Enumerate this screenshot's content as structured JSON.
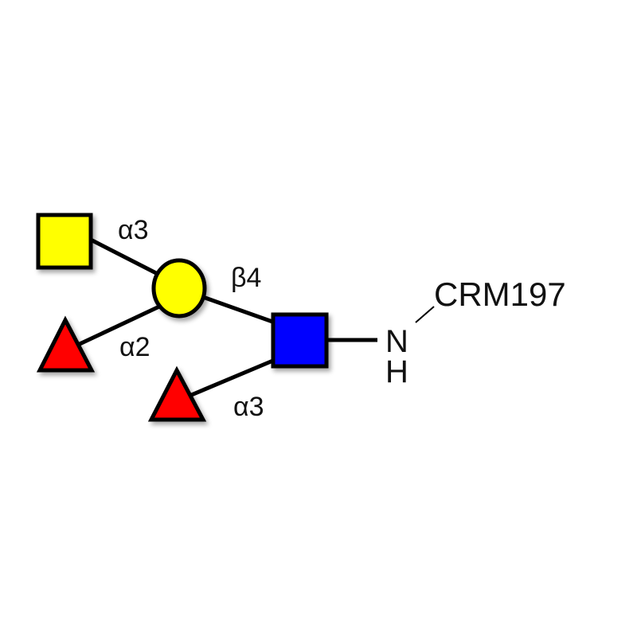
{
  "glycan": {
    "colors": {
      "galnac": "#ffff00",
      "gal": "#ffff00",
      "glcnac": "#0000ff",
      "fuc": "#ff0000",
      "outline": "#000000"
    },
    "linkages": {
      "galnac_gal": "α3",
      "gal_glcnac": "β4",
      "fuc_gal": "α2",
      "fuc_glcnac": "α3"
    },
    "linker": {
      "n": "N",
      "h": "H",
      "carrier": "CRM197"
    }
  }
}
